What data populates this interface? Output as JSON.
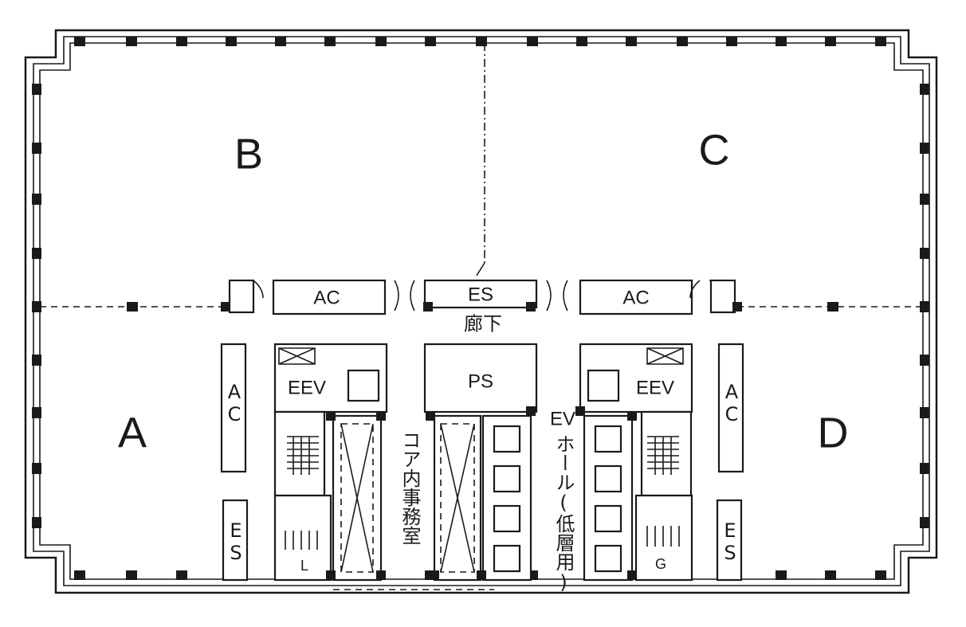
{
  "zones": {
    "a": "A",
    "b": "B",
    "c": "C",
    "d": "D"
  },
  "rooms": {
    "ac_top_left": "AC",
    "es_top": "ES",
    "ac_top_right": "AC",
    "corridor": "廊下",
    "ps": "PS",
    "eev_left": "EEV",
    "eev_right": "EEV",
    "ac_side_left": "AC",
    "ac_side_right": "AC",
    "es_left": "ES",
    "es_right": "ES",
    "l_room": "L",
    "g_room": "G",
    "core_office": "コア内事務室",
    "ev_hall_title": "EV",
    "ev_hall": "ホール(低層用)"
  },
  "colors": {
    "ink": "#1a1a1a",
    "paper": "#ffffff"
  }
}
